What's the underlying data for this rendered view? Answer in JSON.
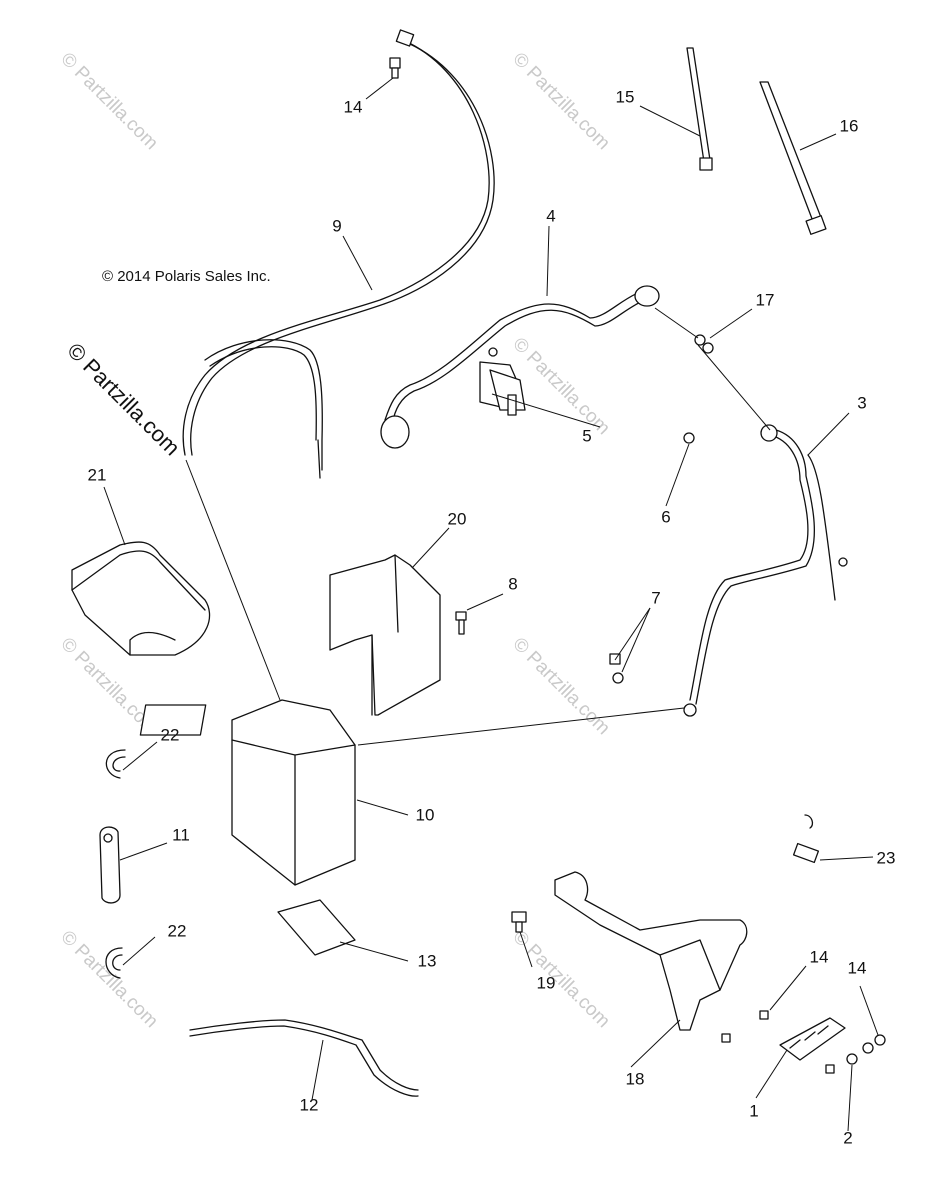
{
  "copyright": "© 2014 Polaris Sales Inc.",
  "watermark_main": "© Partzilla.com",
  "watermark_faint": "© Partzilla.com",
  "callouts": {
    "c1": "1",
    "c2": "2",
    "c3": "3",
    "c4": "4",
    "c5": "5",
    "c6": "6",
    "c7": "7",
    "c8": "8",
    "c9": "9",
    "c10": "10",
    "c11": "11",
    "c12": "12",
    "c13": "13",
    "c14a": "14",
    "c14b": "14",
    "c14c": "14",
    "c15": "15",
    "c16": "16",
    "c17": "17",
    "c18": "18",
    "c19": "19",
    "c20": "20",
    "c21": "21",
    "c22a": "22",
    "c22b": "22",
    "c23": "23"
  }
}
